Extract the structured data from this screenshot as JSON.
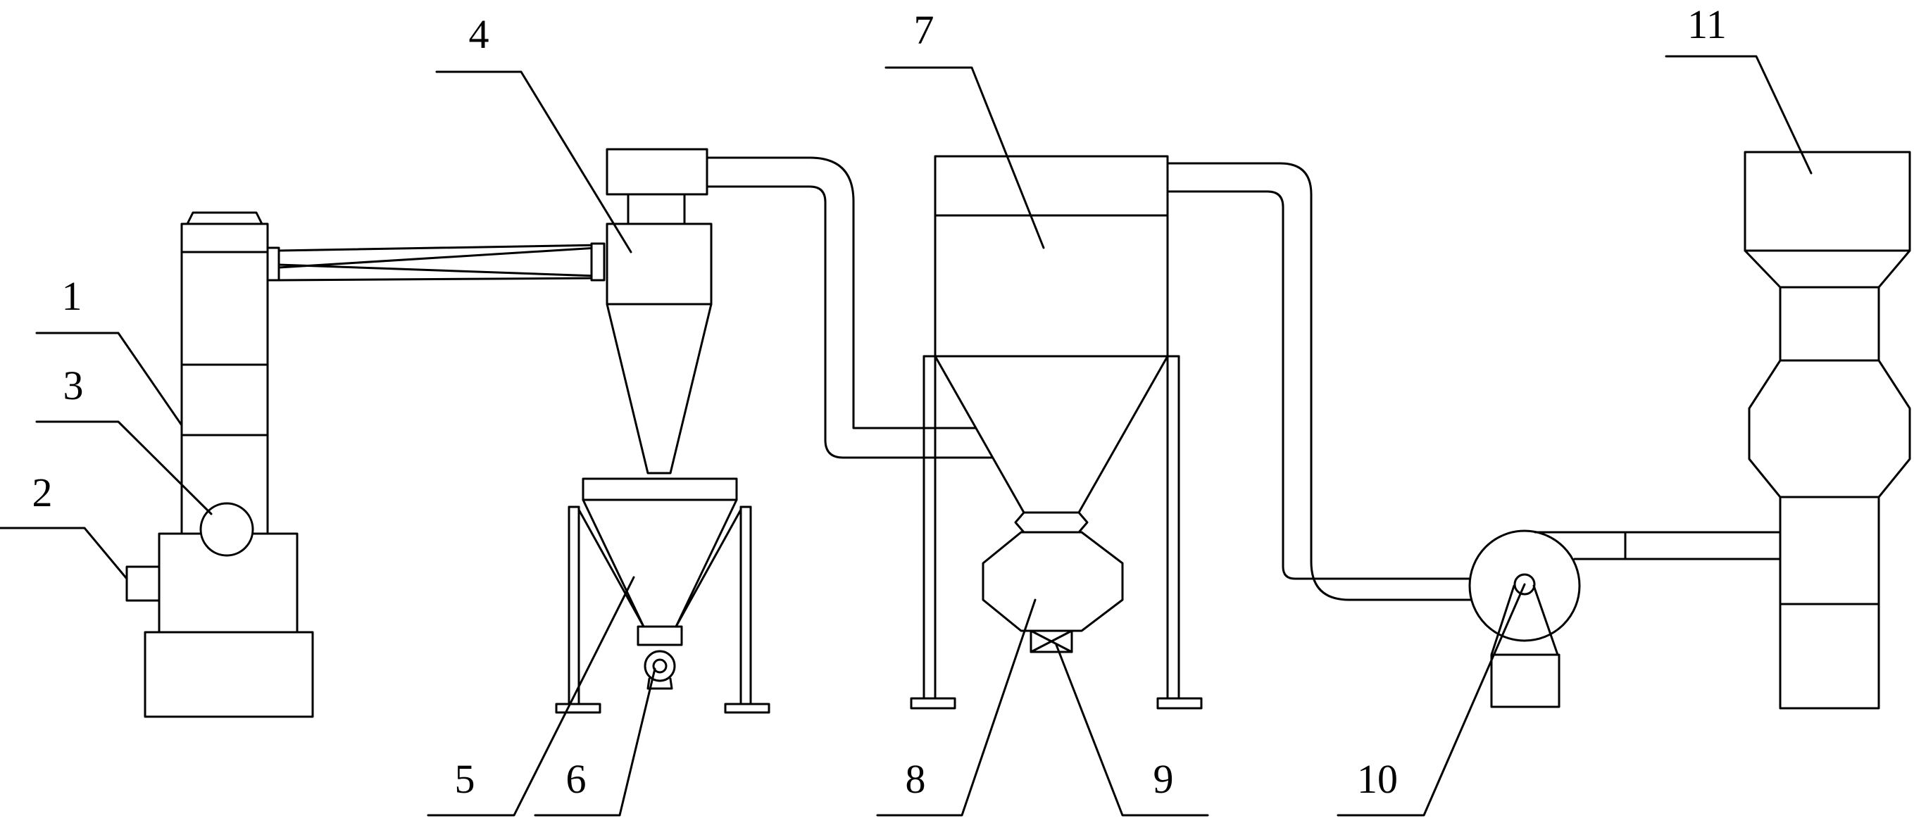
{
  "labels": {
    "n1": "1",
    "n2": "2",
    "n3": "3",
    "n4": "4",
    "n5": "5",
    "n6": "6",
    "n7": "7",
    "n8": "8",
    "n9": "9",
    "n10": "10",
    "n11": "11"
  }
}
